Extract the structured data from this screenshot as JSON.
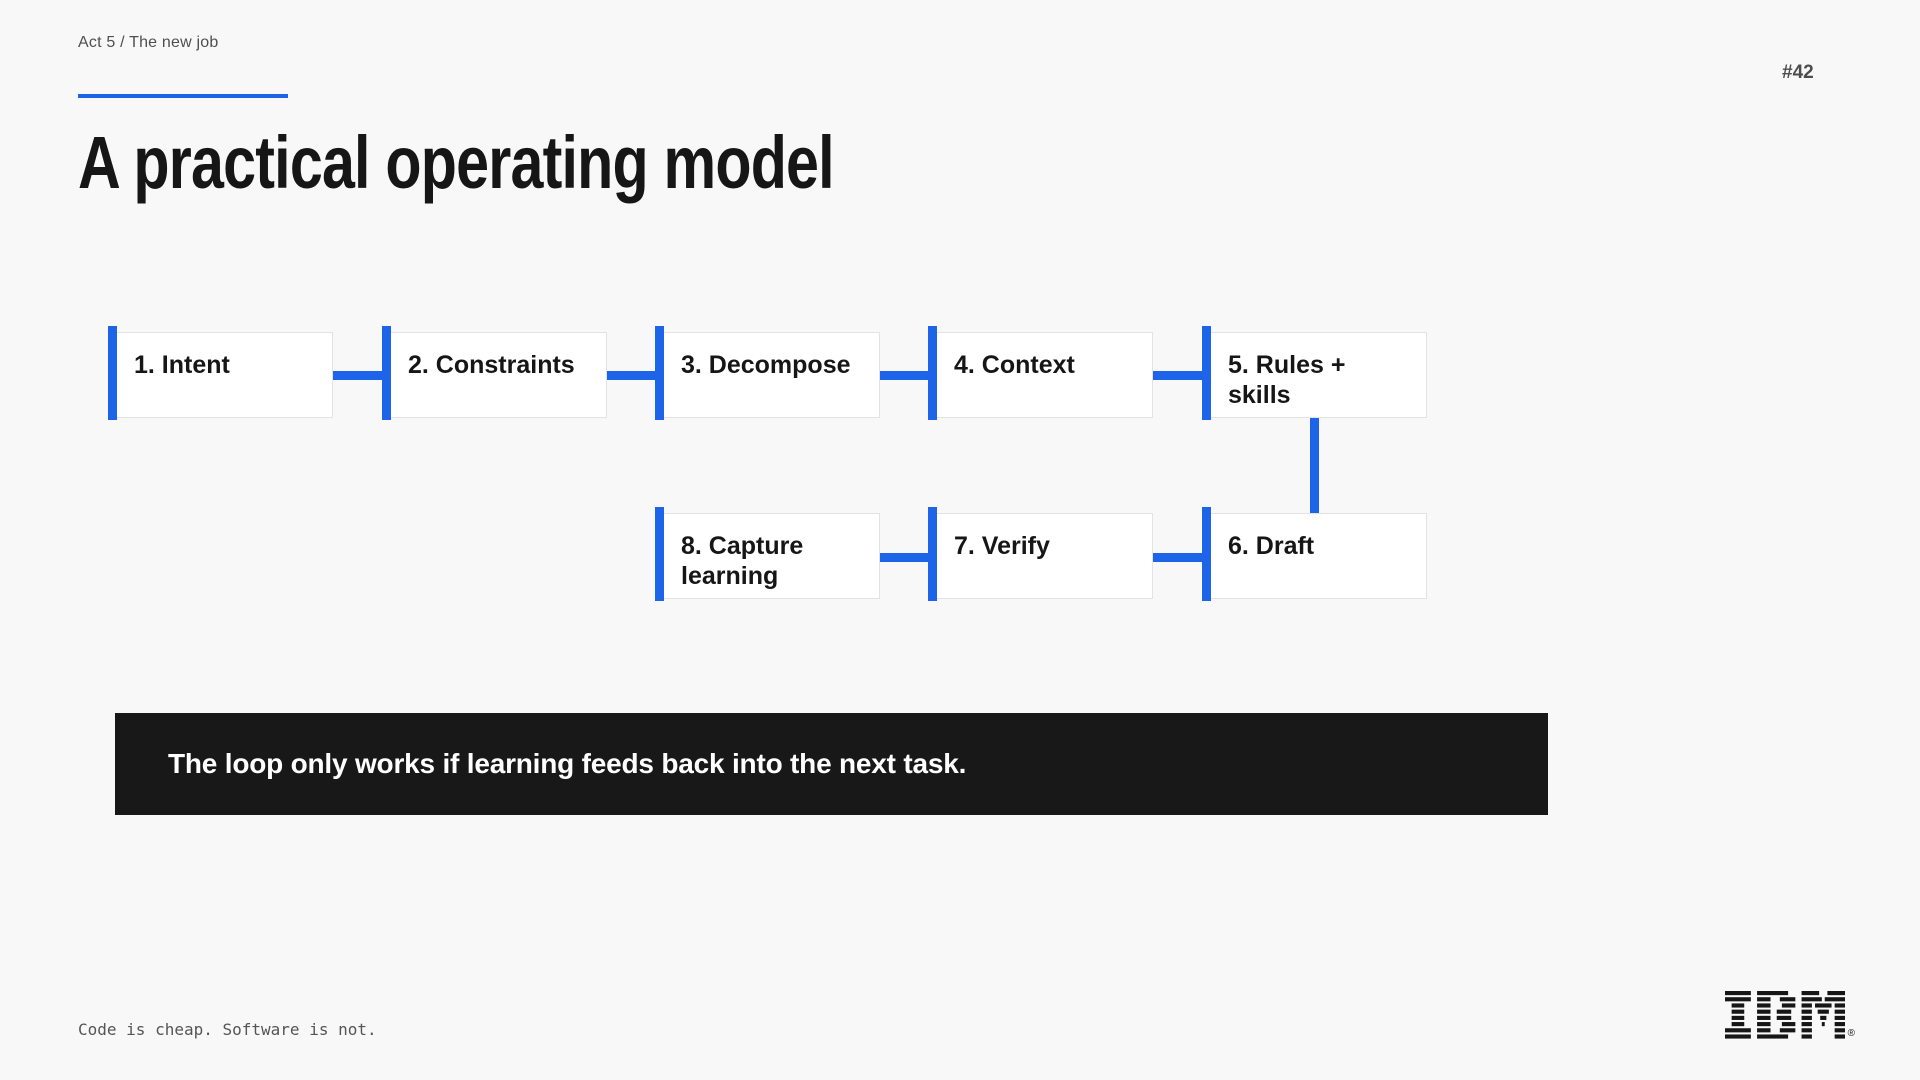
{
  "slide": {
    "eyebrow": "Act 5 / The new job",
    "slide_number": "#42",
    "title": "A practical operating model",
    "banner_text": "The loop only works if learning feeds back into the next task.",
    "footer_note": "Code is cheap. Software is not.",
    "brand": "IBM",
    "registered_mark": "®"
  },
  "flow": {
    "boxes": [
      {
        "label": "1. Intent"
      },
      {
        "label": "2. Constraints"
      },
      {
        "label": "3. Decompose"
      },
      {
        "label": "4. Context"
      },
      {
        "label": "5. Rules +\nskills"
      },
      {
        "label": "6. Draft"
      },
      {
        "label": "7. Verify"
      },
      {
        "label": "8. Capture\nlearning"
      }
    ]
  },
  "colors": {
    "accent_blue": "#1e64e8",
    "banner_bg": "#181818",
    "ink": "#161616",
    "page_bg": "#f8f8f8",
    "muted_gray": "#4f4f4f"
  }
}
